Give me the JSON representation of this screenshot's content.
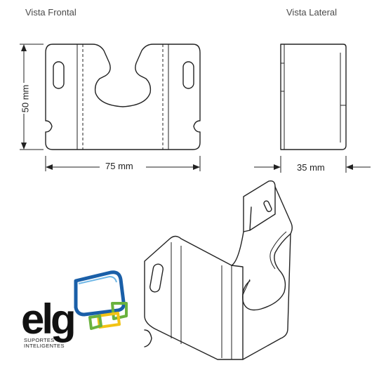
{
  "views": {
    "front_title": "Vista Frontal",
    "side_title": "Vista Lateral"
  },
  "dimensions": {
    "height": "50 mm",
    "width": "75 mm",
    "depth": "35 mm"
  },
  "logo": {
    "word": "elg",
    "tagline_1": "SUPORTES",
    "tagline_2": "INTELIGENTES",
    "colors": {
      "blue": "#1a5fa8",
      "light_blue": "#6fb7e6",
      "green": "#6ab23e",
      "yellow": "#f2c314"
    }
  }
}
